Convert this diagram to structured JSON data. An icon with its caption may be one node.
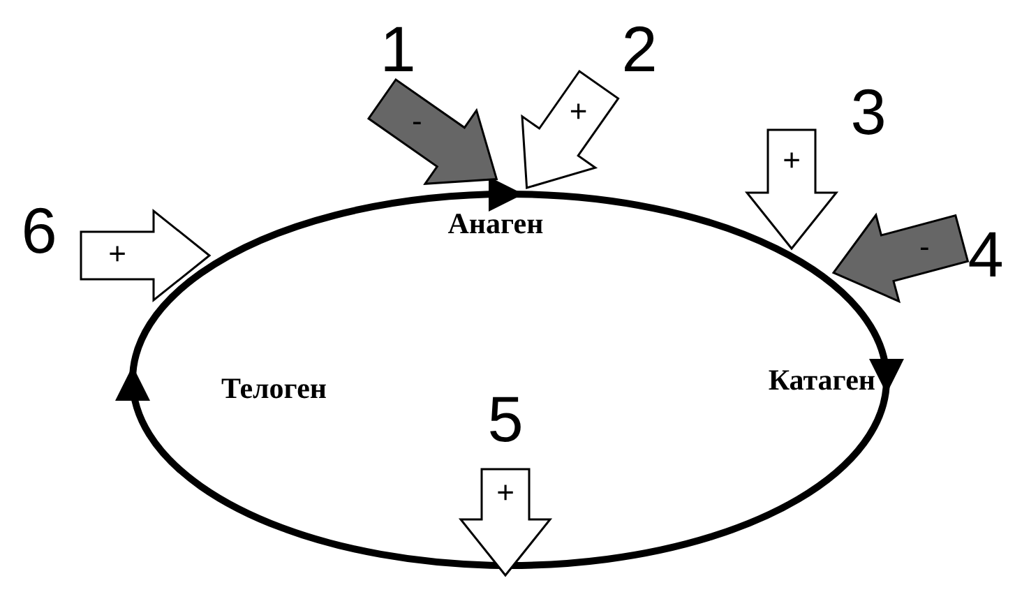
{
  "diagram": {
    "nodes": [
      {
        "text": [
          "Анаген"
        ]
      },
      {
        "text": [
          "Катаген"
        ]
      },
      {
        "text": [
          "Телоген"
        ]
      },
      {
        "text": [
          "-"
        ],
        "beside": [
          "1"
        ]
      },
      {
        "text": [
          "+"
        ],
        "beside": [
          "2"
        ]
      },
      {
        "text": [
          "+"
        ],
        "beside": [
          "3"
        ]
      },
      {
        "text": [
          "-"
        ],
        "beside": [
          "4"
        ]
      },
      {
        "text": [
          "+"
        ],
        "beside": [
          "5"
        ]
      },
      {
        "text": [
          "+"
        ],
        "beside": [
          "6"
        ]
      }
    ],
    "edges": [
      {
        "from": 0,
        "to": 1,
        "arrow": "to"
      },
      {
        "from": 1,
        "to": 2,
        "arrow": "to"
      },
      {
        "from": 2,
        "to": 0,
        "arrow": "to"
      }
    ]
  }
}
